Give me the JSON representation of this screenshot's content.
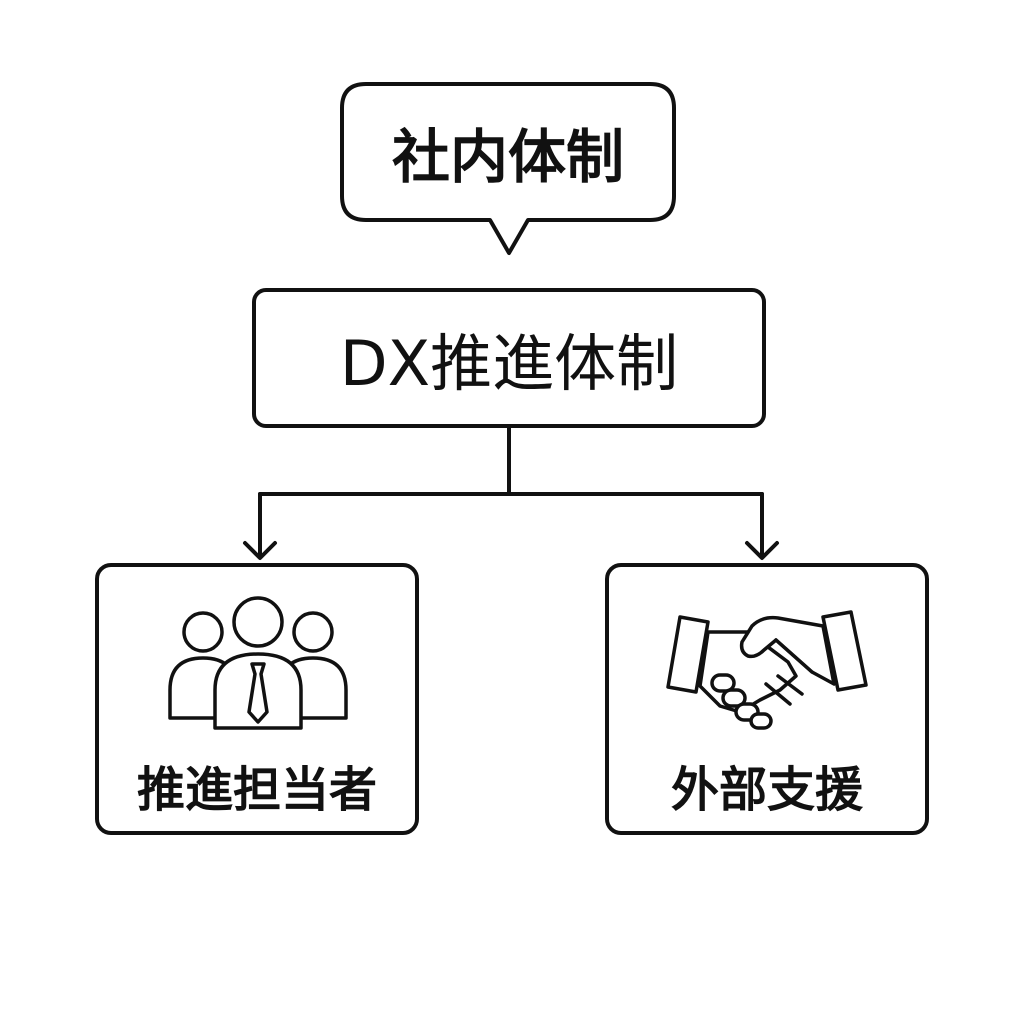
{
  "callout": {
    "label": "社内体制"
  },
  "main": {
    "label": "DX推進体制"
  },
  "branches": [
    {
      "label": "推進担当者",
      "icon": "people-icon"
    },
    {
      "label": "外部支援",
      "icon": "handshake-icon"
    }
  ],
  "colors": {
    "stroke": "#111111",
    "background": "#ffffff"
  }
}
